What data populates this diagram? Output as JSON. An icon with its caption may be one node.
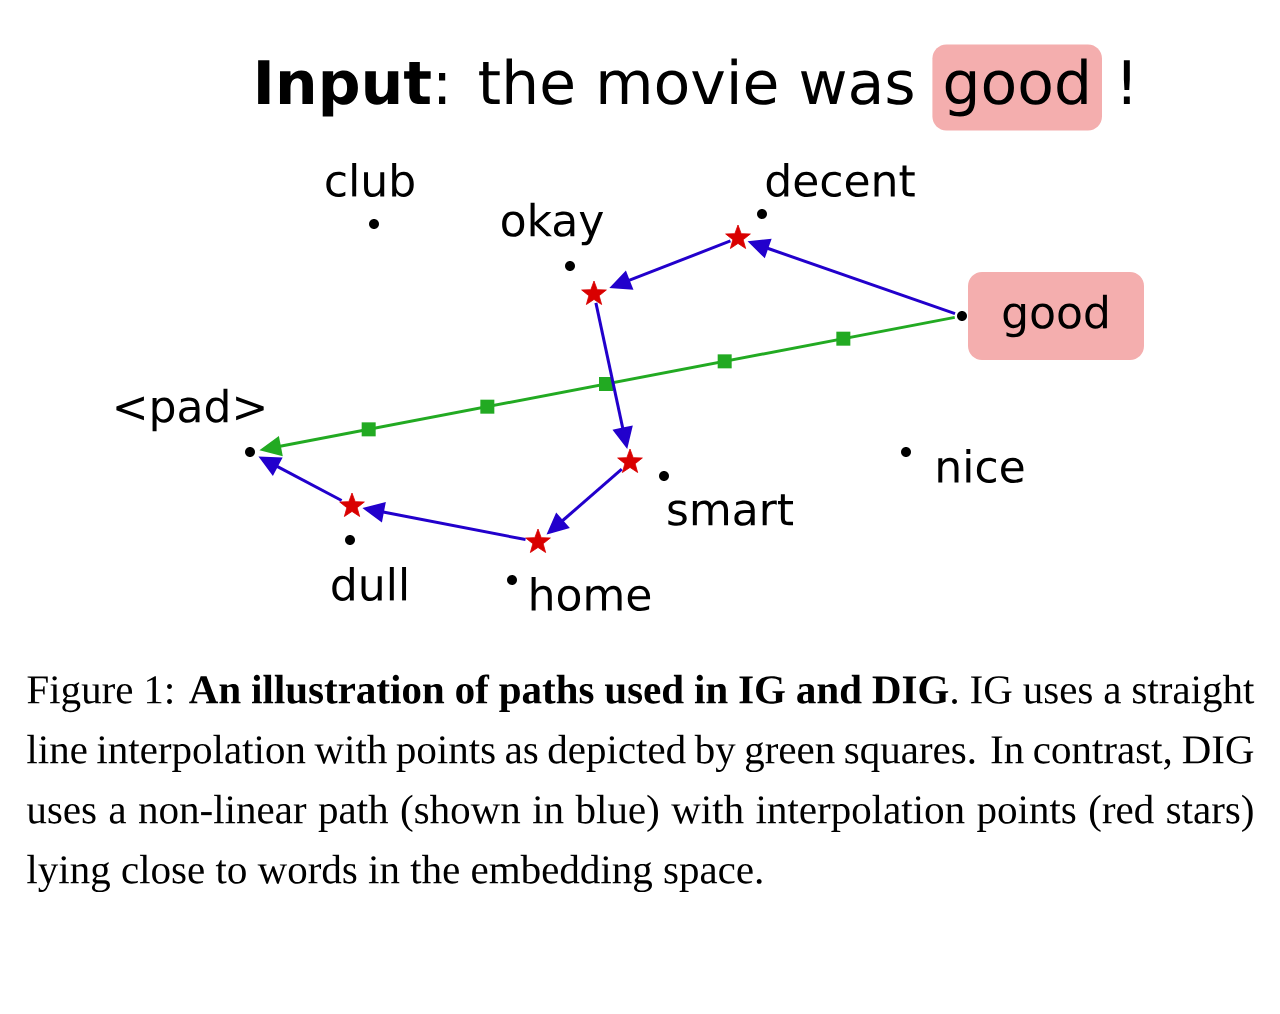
{
  "diagram": {
    "title": "**Input**: the movie was",
    "caption": "Figure 1: **An illustration of paths used in IG and DIG**. IG uses a straight line interpolation with points as depicted by green squares. In contrast, DIG uses a non-linear path (shown in blue) with interpolation points (red stars) lying close to words in the embedding space.",
    "nodes": [
      {
        "text": [
          "good"
        ]
      },
      {
        "text": [
          "good"
        ]
      },
      {
        "text": [
          "<pad>"
        ]
      },
      {
        "text": [],
        "shape": "circle"
      },
      {
        "text": [],
        "shape": "circle"
      },
      {
        "text": [],
        "shape": "star"
      },
      {
        "text": [],
        "shape": "star"
      },
      {
        "text": [],
        "shape": "star"
      },
      {
        "text": [],
        "shape": "star"
      },
      {
        "text": [],
        "shape": "star"
      }
    ],
    "edges": [
      {
        "from": 3,
        "to": 4,
        "arrow": "to",
        "color": "#22aa22"
      },
      {
        "from": 3,
        "to": 9,
        "arrow": "to"
      },
      {
        "from": 9,
        "to": 7,
        "arrow": "to"
      },
      {
        "from": 7,
        "to": 8,
        "arrow": "to"
      },
      {
        "from": 8,
        "to": 6,
        "arrow": "to"
      },
      {
        "from": 6,
        "to": 5,
        "arrow": "to"
      },
      {
        "from": 5,
        "to": 4,
        "arrow": "to"
      }
    ],
    "labels": [
      "!",
      "club",
      "decent",
      "okay",
      "nice",
      "smart",
      "dull",
      "home"
    ]
  }
}
